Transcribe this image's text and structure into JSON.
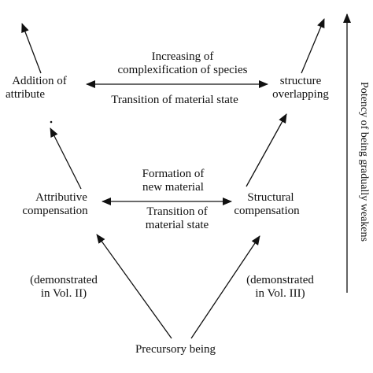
{
  "nodes": {
    "addition_of_attribute": [
      "Addition of",
      "attribute"
    ],
    "structure_overlapping": [
      "structure",
      "overlapping"
    ],
    "attributive_compensation": [
      "Attributive",
      "compensation"
    ],
    "structural_compensation": [
      "Structural",
      "compensation"
    ],
    "precursory_being": "Precursory being"
  },
  "edges": {
    "top_upper": [
      "Increasing of",
      "complexification of species"
    ],
    "top_lower": "Transition of material state",
    "mid_upper": [
      "Formation of",
      "new material"
    ],
    "mid_lower": [
      "Transition of",
      "material state"
    ],
    "left_base": [
      "(demonstrated",
      "in Vol. II)"
    ],
    "right_base": [
      "(demonstrated",
      "in Vol. III)"
    ]
  },
  "side_axis": "Potency of being gradually weakens",
  "colors": {
    "ink": "#111111",
    "background": "#ffffff"
  }
}
